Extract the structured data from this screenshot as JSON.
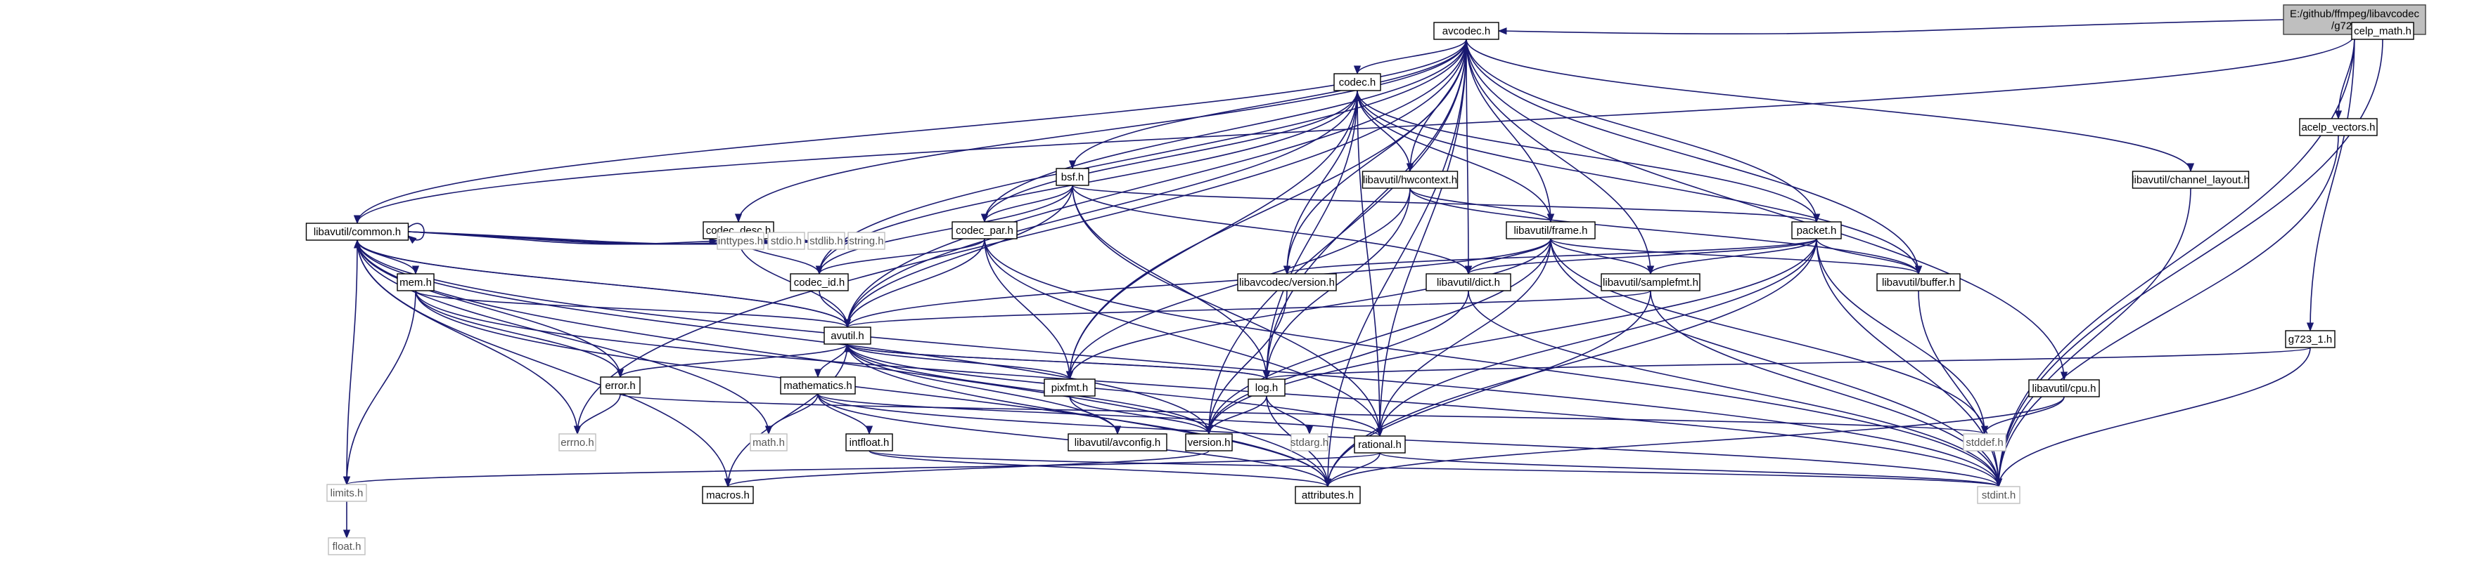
{
  "colors": {
    "edge": "#191970",
    "node_fill": "#ffffff",
    "node_border": "#000000",
    "root_fill": "#bfbfbf",
    "root_border": "#404040",
    "dim_border": "#bfbfbf"
  },
  "nodes": [
    {
      "id": "root",
      "lines": [
        "E:/github/ffmpeg/libavcodec",
        "/g723_1.c"
      ],
      "kind": "root"
    },
    {
      "id": "avcodec",
      "lines": [
        "avcodec.h"
      ],
      "kind": "normal"
    },
    {
      "id": "celp_math",
      "lines": [
        "celp_math.h"
      ],
      "kind": "normal"
    },
    {
      "id": "acelp_vectors",
      "lines": [
        "acelp_vectors.h"
      ],
      "kind": "normal"
    },
    {
      "id": "g723_1",
      "lines": [
        "g723_1.h"
      ],
      "kind": "normal"
    },
    {
      "id": "common",
      "lines": [
        "libavutil/common.h"
      ],
      "kind": "normal"
    },
    {
      "id": "codec",
      "lines": [
        "codec.h"
      ],
      "kind": "normal"
    },
    {
      "id": "bsf",
      "lines": [
        "bsf.h"
      ],
      "kind": "normal"
    },
    {
      "id": "channel_layout",
      "lines": [
        "libavutil/channel_layout.h"
      ],
      "kind": "normal"
    },
    {
      "id": "hwcontext",
      "lines": [
        "libavutil/hwcontext.h"
      ],
      "kind": "normal"
    },
    {
      "id": "codec_desc",
      "lines": [
        "codec_desc.h"
      ],
      "kind": "normal"
    },
    {
      "id": "codec_par",
      "lines": [
        "codec_par.h"
      ],
      "kind": "normal"
    },
    {
      "id": "frame",
      "lines": [
        "libavutil/frame.h"
      ],
      "kind": "normal"
    },
    {
      "id": "packet",
      "lines": [
        "packet.h"
      ],
      "kind": "normal"
    },
    {
      "id": "inttypes",
      "lines": [
        "inttypes.h"
      ],
      "kind": "dim"
    },
    {
      "id": "stdio",
      "lines": [
        "stdio.h"
      ],
      "kind": "dim"
    },
    {
      "id": "stdlib",
      "lines": [
        "stdlib.h"
      ],
      "kind": "dim"
    },
    {
      "id": "string",
      "lines": [
        "string.h"
      ],
      "kind": "dim"
    },
    {
      "id": "mem",
      "lines": [
        "mem.h"
      ],
      "kind": "normal"
    },
    {
      "id": "codec_id",
      "lines": [
        "codec_id.h"
      ],
      "kind": "normal"
    },
    {
      "id": "lavc_version",
      "lines": [
        "libavcodec/version.h"
      ],
      "kind": "normal"
    },
    {
      "id": "dict",
      "lines": [
        "libavutil/dict.h"
      ],
      "kind": "normal"
    },
    {
      "id": "samplefmt",
      "lines": [
        "libavutil/samplefmt.h"
      ],
      "kind": "normal"
    },
    {
      "id": "buffer",
      "lines": [
        "libavutil/buffer.h"
      ],
      "kind": "normal"
    },
    {
      "id": "avutil",
      "lines": [
        "avutil.h"
      ],
      "kind": "normal"
    },
    {
      "id": "error",
      "lines": [
        "error.h"
      ],
      "kind": "normal"
    },
    {
      "id": "mathematics",
      "lines": [
        "mathematics.h"
      ],
      "kind": "normal"
    },
    {
      "id": "pixfmt",
      "lines": [
        "pixfmt.h"
      ],
      "kind": "normal"
    },
    {
      "id": "log",
      "lines": [
        "log.h"
      ],
      "kind": "normal"
    },
    {
      "id": "cpu",
      "lines": [
        "libavutil/cpu.h"
      ],
      "kind": "normal"
    },
    {
      "id": "errno",
      "lines": [
        "errno.h"
      ],
      "kind": "dim"
    },
    {
      "id": "math",
      "lines": [
        "math.h"
      ],
      "kind": "dim"
    },
    {
      "id": "intfloat",
      "lines": [
        "intfloat.h"
      ],
      "kind": "normal"
    },
    {
      "id": "avconfig",
      "lines": [
        "libavutil/avconfig.h"
      ],
      "kind": "normal"
    },
    {
      "id": "version",
      "lines": [
        "version.h"
      ],
      "kind": "normal"
    },
    {
      "id": "stdarg",
      "lines": [
        "stdarg.h"
      ],
      "kind": "dim"
    },
    {
      "id": "rational",
      "lines": [
        "rational.h"
      ],
      "kind": "normal"
    },
    {
      "id": "stddef",
      "lines": [
        "stddef.h"
      ],
      "kind": "dim"
    },
    {
      "id": "limits",
      "lines": [
        "limits.h"
      ],
      "kind": "dim"
    },
    {
      "id": "macros",
      "lines": [
        "macros.h"
      ],
      "kind": "normal"
    },
    {
      "id": "attributes",
      "lines": [
        "attributes.h"
      ],
      "kind": "normal"
    },
    {
      "id": "stdint",
      "lines": [
        "stdint.h"
      ],
      "kind": "dim"
    },
    {
      "id": "float",
      "lines": [
        "float.h"
      ],
      "kind": "dim"
    }
  ],
  "edges": [
    [
      "root",
      "avcodec"
    ],
    [
      "root",
      "celp_math"
    ],
    [
      "root",
      "acelp_vectors"
    ],
    [
      "root",
      "g723_1"
    ],
    [
      "root",
      "common"
    ],
    [
      "root",
      "stdint"
    ],
    [
      "avcodec",
      "common"
    ],
    [
      "avcodec",
      "codec"
    ],
    [
      "avcodec",
      "bsf"
    ],
    [
      "avcodec",
      "codec_desc"
    ],
    [
      "avcodec",
      "codec_par"
    ],
    [
      "avcodec",
      "codec_id"
    ],
    [
      "avcodec",
      "channel_layout"
    ],
    [
      "avcodec",
      "hwcontext"
    ],
    [
      "avcodec",
      "frame"
    ],
    [
      "avcodec",
      "packet"
    ],
    [
      "avcodec",
      "lavc_version"
    ],
    [
      "avcodec",
      "dict"
    ],
    [
      "avcodec",
      "samplefmt"
    ],
    [
      "avcodec",
      "buffer"
    ],
    [
      "avcodec",
      "avutil"
    ],
    [
      "avcodec",
      "log"
    ],
    [
      "avcodec",
      "cpu"
    ],
    [
      "avcodec",
      "rational"
    ],
    [
      "avcodec",
      "attributes"
    ],
    [
      "avcodec",
      "errno"
    ],
    [
      "avcodec",
      "pixfmt"
    ],
    [
      "avcodec",
      "version"
    ],
    [
      "celp_math",
      "stdint"
    ],
    [
      "acelp_vectors",
      "stdint"
    ],
    [
      "g723_1",
      "log"
    ],
    [
      "g723_1",
      "stdint"
    ],
    [
      "channel_layout",
      "stdint"
    ],
    [
      "cpu",
      "stddef"
    ],
    [
      "cpu",
      "attributes"
    ],
    [
      "codec",
      "codec_id"
    ],
    [
      "codec",
      "codec_par"
    ],
    [
      "codec",
      "hwcontext"
    ],
    [
      "codec",
      "lavc_version"
    ],
    [
      "codec",
      "frame"
    ],
    [
      "codec",
      "packet"
    ],
    [
      "codec",
      "log"
    ],
    [
      "codec",
      "pixfmt"
    ],
    [
      "codec",
      "avutil"
    ],
    [
      "codec",
      "rational"
    ],
    [
      "codec",
      "buffer"
    ],
    [
      "bsf",
      "codec_id"
    ],
    [
      "bsf",
      "codec_par"
    ],
    [
      "bsf",
      "packet"
    ],
    [
      "bsf",
      "dict"
    ],
    [
      "bsf",
      "log"
    ],
    [
      "bsf",
      "rational"
    ],
    [
      "bsf",
      "avutil"
    ],
    [
      "codec_desc",
      "codec_id"
    ],
    [
      "codec_desc",
      "avutil"
    ],
    [
      "codec_par",
      "codec_id"
    ],
    [
      "codec_par",
      "avutil"
    ],
    [
      "codec_par",
      "pixfmt"
    ],
    [
      "codec_par",
      "rational"
    ],
    [
      "codec_par",
      "stdint"
    ],
    [
      "hwcontext",
      "frame"
    ],
    [
      "hwcontext",
      "buffer"
    ],
    [
      "hwcontext",
      "log"
    ],
    [
      "hwcontext",
      "pixfmt"
    ],
    [
      "frame",
      "avutil"
    ],
    [
      "frame",
      "dict"
    ],
    [
      "frame",
      "samplefmt"
    ],
    [
      "frame",
      "buffer"
    ],
    [
      "frame",
      "pixfmt"
    ],
    [
      "frame",
      "rational"
    ],
    [
      "frame",
      "version"
    ],
    [
      "frame",
      "stddef"
    ],
    [
      "frame",
      "stdint"
    ],
    [
      "packet",
      "lavc_version"
    ],
    [
      "packet",
      "dict"
    ],
    [
      "packet",
      "buffer"
    ],
    [
      "packet",
      "samplefmt"
    ],
    [
      "packet",
      "rational"
    ],
    [
      "packet",
      "attributes"
    ],
    [
      "packet",
      "version"
    ],
    [
      "packet",
      "stddef"
    ],
    [
      "packet",
      "stdint"
    ],
    [
      "common",
      "inttypes"
    ],
    [
      "common",
      "stdio"
    ],
    [
      "common",
      "stdlib"
    ],
    [
      "common",
      "string"
    ],
    [
      "common",
      "mem"
    ],
    [
      "common",
      "avutil"
    ],
    [
      "common",
      "error"
    ],
    [
      "common",
      "errno"
    ],
    [
      "common",
      "math"
    ],
    [
      "common",
      "limits"
    ],
    [
      "common",
      "macros"
    ],
    [
      "common",
      "attributes"
    ],
    [
      "common",
      "stdint"
    ],
    [
      "common",
      "version"
    ],
    [
      "common",
      "common"
    ],
    [
      "mem",
      "avutil"
    ],
    [
      "mem",
      "error"
    ],
    [
      "mem",
      "limits"
    ],
    [
      "mem",
      "attributes"
    ],
    [
      "mem",
      "stdint"
    ],
    [
      "codec_id",
      "avutil"
    ],
    [
      "lavc_version",
      "version"
    ],
    [
      "dict",
      "stdint"
    ],
    [
      "dict",
      "version"
    ],
    [
      "samplefmt",
      "avutil"
    ],
    [
      "samplefmt",
      "attributes"
    ],
    [
      "samplefmt",
      "stdint"
    ],
    [
      "buffer",
      "stdint"
    ],
    [
      "avutil",
      "common"
    ],
    [
      "avutil",
      "error"
    ],
    [
      "avutil",
      "mathematics"
    ],
    [
      "avutil",
      "pixfmt"
    ],
    [
      "avutil",
      "log"
    ],
    [
      "avutil",
      "rational"
    ],
    [
      "avutil",
      "version"
    ],
    [
      "avutil",
      "macros"
    ],
    [
      "avutil",
      "avconfig"
    ],
    [
      "avutil",
      "attributes"
    ],
    [
      "error",
      "errno"
    ],
    [
      "error",
      "stddef"
    ],
    [
      "mathematics",
      "math"
    ],
    [
      "mathematics",
      "intfloat"
    ],
    [
      "mathematics",
      "rational"
    ],
    [
      "mathematics",
      "attributes"
    ],
    [
      "mathematics",
      "stdint"
    ],
    [
      "intfloat",
      "attributes"
    ],
    [
      "intfloat",
      "stdint"
    ],
    [
      "pixfmt",
      "avconfig"
    ],
    [
      "pixfmt",
      "version"
    ],
    [
      "log",
      "avutil"
    ],
    [
      "log",
      "stdarg"
    ],
    [
      "log",
      "attributes"
    ],
    [
      "log",
      "version"
    ],
    [
      "version",
      "macros"
    ],
    [
      "rational",
      "attributes"
    ],
    [
      "rational",
      "stdint"
    ],
    [
      "rational",
      "limits"
    ],
    [
      "limits",
      "float"
    ]
  ]
}
